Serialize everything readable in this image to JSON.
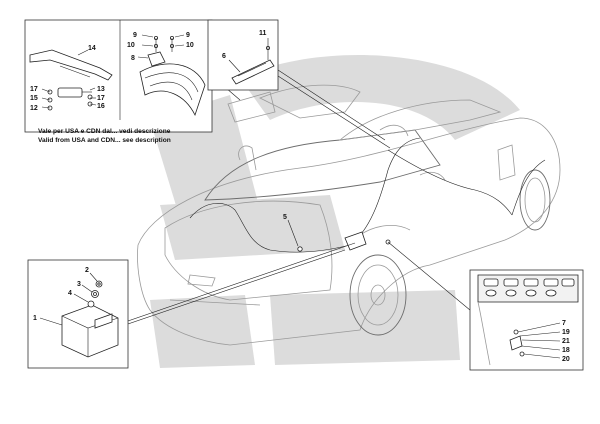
{
  "inset_top_left": {
    "caption_it": "Vale per USA e CDN dal... vedi descrizione",
    "caption_en": "Valid from USA and CDN... see description",
    "labels": [
      "14",
      "17",
      "15",
      "12",
      "13",
      "17",
      "16",
      "9",
      "10",
      "8",
      "9",
      "10"
    ]
  },
  "inset_top_mid": {
    "labels": [
      "11",
      "6"
    ]
  },
  "main_labels": [
    "5"
  ],
  "inset_bottom_left": {
    "labels": [
      "2",
      "3",
      "4",
      "1"
    ]
  },
  "inset_bottom_right": {
    "labels": [
      "7",
      "19",
      "21",
      "18",
      "20"
    ]
  },
  "colors": {
    "watermark": "#dcdcdc",
    "line": "#222222",
    "car": "#9a9a9a"
  }
}
